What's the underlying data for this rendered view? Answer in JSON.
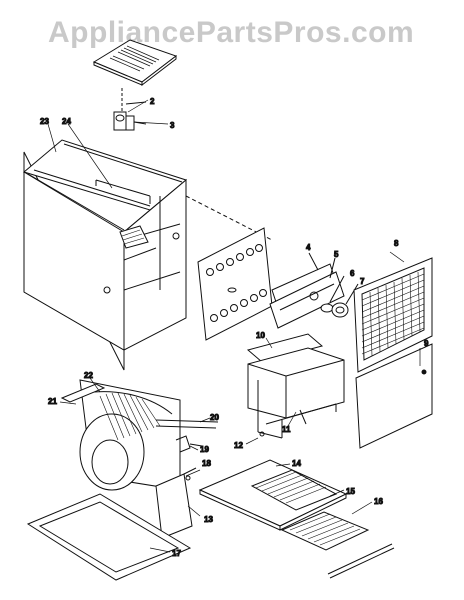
{
  "watermark": "AppliancePartsPros.com",
  "labels": {
    "p2": "2",
    "p3": "3",
    "p4": "4",
    "p5": "5",
    "p6": "6",
    "p7": "7",
    "p8": "8",
    "p9": "9",
    "p10": "10",
    "p11": "11",
    "p12": "12",
    "p13": "13",
    "p14": "14",
    "p15": "15",
    "p16": "16",
    "p17": "17",
    "p18": "18",
    "p19": "19",
    "p20": "20",
    "p21": "21",
    "p22": "22",
    "p23": "23",
    "p24": "24"
  }
}
